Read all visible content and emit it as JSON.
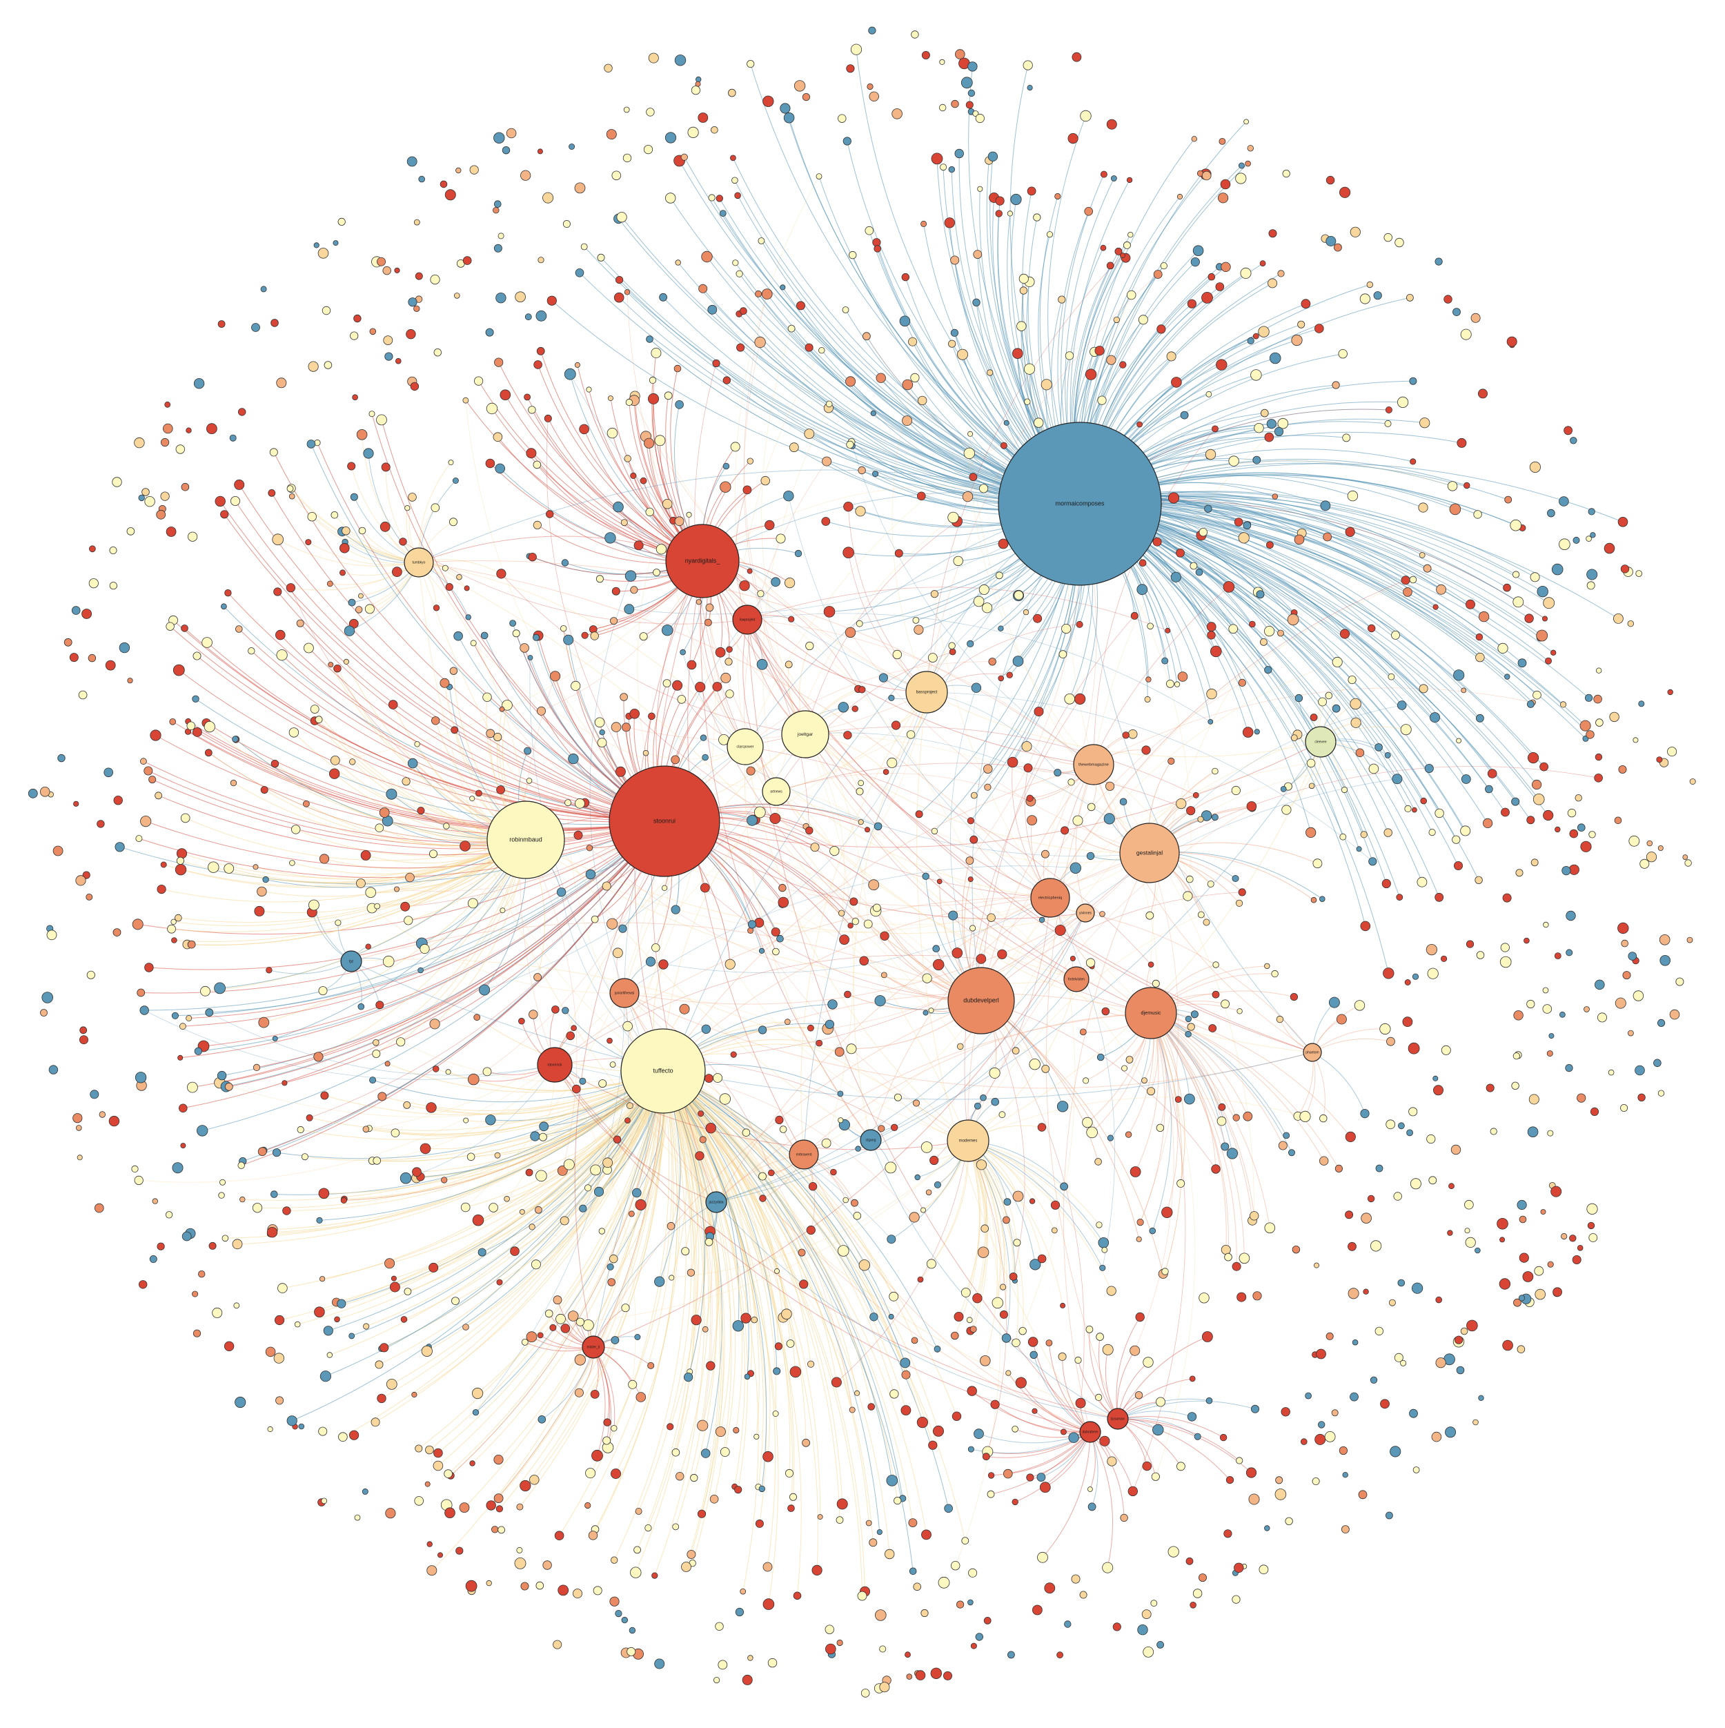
{
  "colors": {
    "red": "#d94535",
    "orange": "#e98a62",
    "peach": "#f3b486",
    "tan": "#f9d79c",
    "cream": "#fdf7c0",
    "green": "#dfe9b8",
    "blue": "#5b98b8",
    "edge_red": "#d6453a",
    "edge_blue": "#4f8fb3",
    "edge_orange": "#f0a080",
    "edge_yellow": "#f6d58e"
  },
  "hubs": [
    {
      "id": "h1",
      "label": "mormaicomposes",
      "color": "blue"
    },
    {
      "id": "h2",
      "label": "nyardigitals_",
      "color": "red"
    },
    {
      "id": "h3",
      "label": "stoonrui",
      "color": "red"
    },
    {
      "id": "h4",
      "label": "robinmbaud",
      "color": "cream"
    },
    {
      "id": "h5",
      "label": "lowprojekt",
      "color": "red"
    },
    {
      "id": "h6",
      "label": "clarcpower",
      "color": "cream"
    },
    {
      "id": "h7",
      "label": "joeltgar",
      "color": "cream"
    },
    {
      "id": "h8",
      "label": "artnews",
      "color": "cream"
    },
    {
      "id": "h9",
      "label": "bassproject",
      "color": "tan"
    },
    {
      "id": "h10",
      "label": "thewebmagazine",
      "color": "peach"
    },
    {
      "id": "h11",
      "label": "gestalinjal",
      "color": "peach"
    },
    {
      "id": "h12",
      "label": "electricpheniq",
      "color": "orange"
    },
    {
      "id": "h13",
      "label": "dubdevelperl",
      "color": "orange"
    },
    {
      "id": "h14",
      "label": "djemusic",
      "color": "orange"
    },
    {
      "id": "h15",
      "label": "tuffecto",
      "color": "cream"
    },
    {
      "id": "h16",
      "label": "rdoorrock",
      "color": "red"
    },
    {
      "id": "h17",
      "label": "juniorlifnewsi",
      "color": "orange"
    },
    {
      "id": "h18",
      "label": "modernes",
      "color": "tan"
    },
    {
      "id": "h19",
      "label": "tumbkyo",
      "color": "tan"
    },
    {
      "id": "h20",
      "label": "tgz",
      "color": "blue"
    },
    {
      "id": "h21",
      "label": "mrbraverd",
      "color": "orange"
    },
    {
      "id": "h22",
      "label": "clgang",
      "color": "blue"
    },
    {
      "id": "h23",
      "label": "jazzydata",
      "color": "blue"
    },
    {
      "id": "h24",
      "label": "mister_ti",
      "color": "red"
    },
    {
      "id": "h25",
      "label": "cleevee",
      "color": "green"
    },
    {
      "id": "h26",
      "label": "ljcsumax",
      "color": "red"
    },
    {
      "id": "h27",
      "label": "dubrahere",
      "color": "red"
    },
    {
      "id": "h28",
      "label": "fortelvisten",
      "color": "orange"
    },
    {
      "id": "h29",
      "label": "phantom",
      "color": "peach"
    },
    {
      "id": "h30",
      "label": "yivinnes",
      "color": "peach"
    }
  ]
}
